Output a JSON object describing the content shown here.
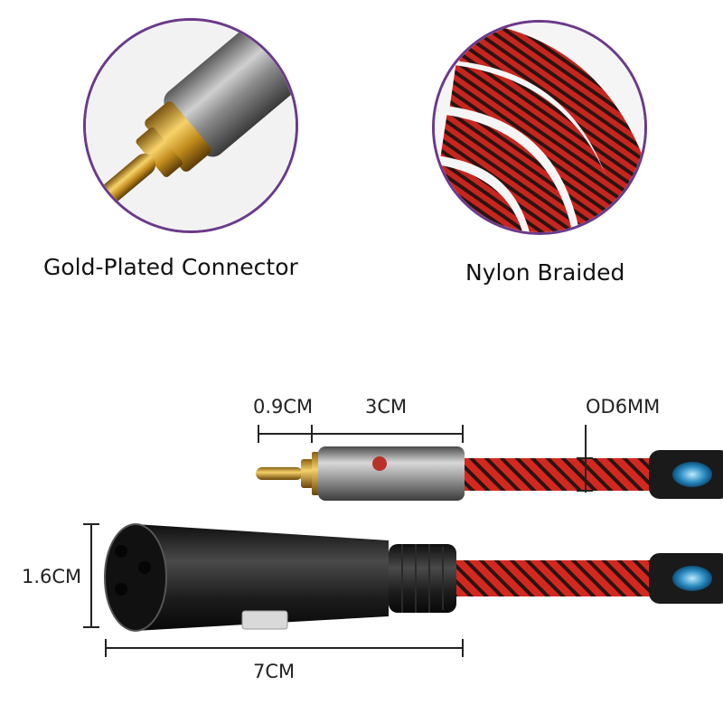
{
  "features": {
    "connector_caption": "Gold-Plated Connector",
    "braid_caption": "Nylon Braided"
  },
  "dimensions": {
    "tip_length": "0.9CM",
    "rca_body_length": "3CM",
    "outer_diameter": "OD6MM",
    "xlr_height": "1.6CM",
    "xlr_length": "7CM"
  },
  "colors": {
    "circle_border": "#6a3a8a",
    "braid_red": "#c8251e",
    "braid_dark": "#2a1412",
    "gold": "#d9a520",
    "xlr_body": "#1c1c1c",
    "blue_badge": "#2f8fc5"
  }
}
